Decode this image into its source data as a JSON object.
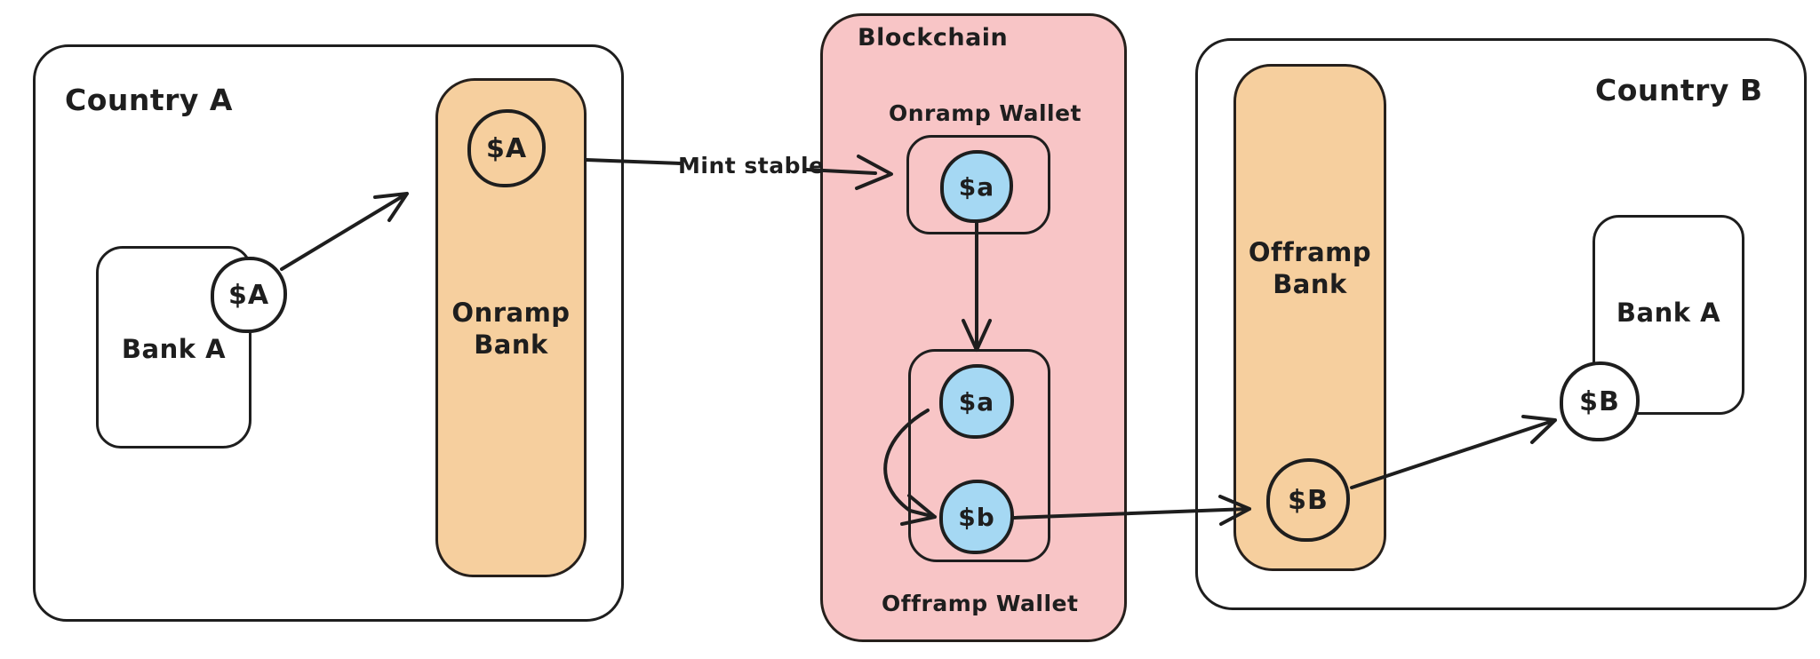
{
  "country_a": {
    "title": "Country A",
    "bank": {
      "name": "Bank A",
      "coin": "$A"
    },
    "onramp_bank": {
      "name_lines": [
        "Onramp",
        "Bank"
      ],
      "coin": "$A"
    }
  },
  "flow_labels": {
    "mint_stable": "Mint stable"
  },
  "blockchain": {
    "title": "Blockchain",
    "onramp_wallet": {
      "label": "Onramp Wallet",
      "coin": "$a"
    },
    "offramp_wallet": {
      "label": "Offramp Wallet",
      "coins": [
        "$a",
        "$b"
      ]
    }
  },
  "country_b": {
    "title": "Country B",
    "offramp_bank": {
      "name_lines": [
        "Offramp",
        "Bank"
      ],
      "coin": "$B"
    },
    "bank": {
      "name": "Bank A",
      "coin": "$B"
    }
  },
  "colors": {
    "pink_fill": "#F8C5C6",
    "orange_fill": "#F6CF9E",
    "blue_fill": "#A5D8F3",
    "stroke": "#1E1E1E",
    "background": "#FFFFFF"
  }
}
